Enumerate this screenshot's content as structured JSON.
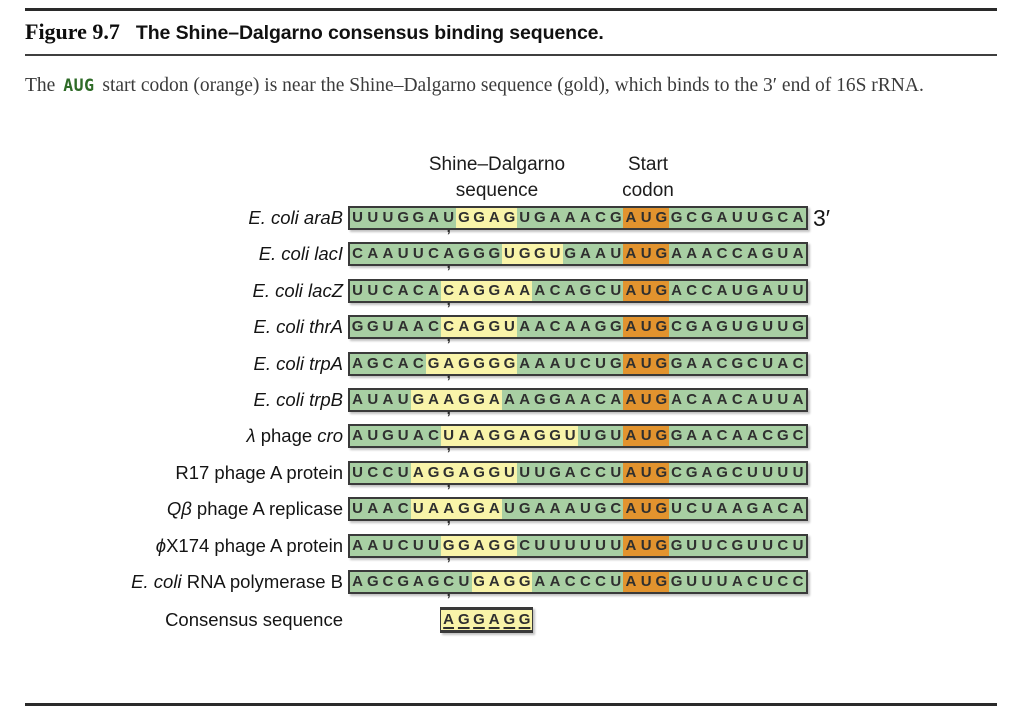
{
  "header": {
    "figure_label": "Figure 9.7",
    "title": "The Shine–Dalgarno consensus binding sequence."
  },
  "caption": {
    "pre": "The ",
    "codon": "AUG",
    "post": " start codon (orange) is near the Shine–Dalgarno sequence (gold), which binds to the 3′ end of 16S rRNA."
  },
  "figure": {
    "column_headers": {
      "sd_line1": "Shine–Dalgarno",
      "sd_line2": "sequence",
      "start_line1": "Start",
      "start_line2": "codon"
    },
    "colors": {
      "green": "#a8cfa3",
      "gold": "#f9f4a9",
      "orange": "#e2932e",
      "box_border": "#3a3a3a",
      "caption_codon_green": "#2e6b27"
    },
    "rows": [
      {
        "label_parts": [
          {
            "text": "E. coli araB",
            "italic": true
          }
        ],
        "segments": [
          {
            "text": "UUUGGAU",
            "type": "green"
          },
          {
            "text": "GGAG",
            "type": "gold"
          },
          {
            "text": "UGAAACG",
            "type": "green"
          },
          {
            "text": "AUG",
            "type": "orange"
          },
          {
            "text": "GCGAUUGCA",
            "type": "green"
          }
        ],
        "tick_index": 7,
        "suffix": "3′"
      },
      {
        "label_parts": [
          {
            "text": "E. coli lacI",
            "italic": true
          }
        ],
        "segments": [
          {
            "text": "CAAUUCAGGG",
            "type": "green"
          },
          {
            "text": "UGGU",
            "type": "gold"
          },
          {
            "text": "GAAU",
            "type": "green"
          },
          {
            "text": "AUG",
            "type": "orange"
          },
          {
            "text": "AAACCAGUA",
            "type": "green"
          }
        ],
        "tick_index": 7
      },
      {
        "label_parts": [
          {
            "text": "E. coli lacZ",
            "italic": true
          }
        ],
        "segments": [
          {
            "text": "UUCACA",
            "type": "green"
          },
          {
            "text": "CAGGAA",
            "type": "gold"
          },
          {
            "text": "ACAGCU",
            "type": "green"
          },
          {
            "text": "AUG",
            "type": "orange"
          },
          {
            "text": "ACCAUGAUU",
            "type": "green"
          }
        ],
        "tick_index": 7
      },
      {
        "label_parts": [
          {
            "text": "E. coli thrA",
            "italic": true
          }
        ],
        "segments": [
          {
            "text": "GGUAAC",
            "type": "green"
          },
          {
            "text": "CAGGU",
            "type": "gold"
          },
          {
            "text": "AACAAGG",
            "type": "green"
          },
          {
            "text": "AUG",
            "type": "orange"
          },
          {
            "text": "CGAGUGUUG",
            "type": "green"
          }
        ],
        "tick_index": 7
      },
      {
        "label_parts": [
          {
            "text": "E. coli trpA",
            "italic": true
          }
        ],
        "segments": [
          {
            "text": "AGCAC",
            "type": "green"
          },
          {
            "text": "GAGGGG",
            "type": "gold"
          },
          {
            "text": "AAAUCUG",
            "type": "green"
          },
          {
            "text": "AUG",
            "type": "orange"
          },
          {
            "text": "GAACGCUAC",
            "type": "green"
          }
        ],
        "tick_index": 7
      },
      {
        "label_parts": [
          {
            "text": "E. coli trpB",
            "italic": true
          }
        ],
        "segments": [
          {
            "text": "AUAU",
            "type": "green"
          },
          {
            "text": "GAAGGA",
            "type": "gold"
          },
          {
            "text": "AAGGAACA",
            "type": "green"
          },
          {
            "text": "AUG",
            "type": "orange"
          },
          {
            "text": "ACAACAUUA",
            "type": "green"
          }
        ],
        "tick_index": 7
      },
      {
        "label_parts": [
          {
            "text": "λ",
            "italic": true
          },
          {
            "text": " phage ",
            "italic": false
          },
          {
            "text": "cro",
            "italic": true
          }
        ],
        "segments": [
          {
            "text": "AUGUAC",
            "type": "green"
          },
          {
            "text": "UAAGGAGGU",
            "type": "gold"
          },
          {
            "text": "UGU",
            "type": "green"
          },
          {
            "text": "AUG",
            "type": "orange"
          },
          {
            "text": "GAACAACGC",
            "type": "green"
          }
        ],
        "tick_index": 7
      },
      {
        "label_parts": [
          {
            "text": "R17 phage A protein",
            "italic": false
          }
        ],
        "segments": [
          {
            "text": "UCCU",
            "type": "green"
          },
          {
            "text": "AGGAGGU",
            "type": "gold"
          },
          {
            "text": "UUGACCU",
            "type": "green"
          },
          {
            "text": "AUG",
            "type": "orange"
          },
          {
            "text": "CGAGCUUUU",
            "type": "green"
          }
        ],
        "tick_index": 7
      },
      {
        "label_parts": [
          {
            "text": "Qβ",
            "italic": true
          },
          {
            "text": " phage A replicase",
            "italic": false
          }
        ],
        "segments": [
          {
            "text": "UAAC",
            "type": "green"
          },
          {
            "text": "UAAGGA",
            "type": "gold"
          },
          {
            "text": "UGAAAUGC",
            "type": "green"
          },
          {
            "text": "AUG",
            "type": "orange"
          },
          {
            "text": "UCUAAGACA",
            "type": "green"
          }
        ],
        "tick_index": 7
      },
      {
        "label_parts": [
          {
            "text": "ϕ",
            "italic": true
          },
          {
            "text": "X174 phage A protein",
            "italic": false
          }
        ],
        "segments": [
          {
            "text": "AAUCUU",
            "type": "green"
          },
          {
            "text": "GGAGG",
            "type": "gold"
          },
          {
            "text": "CUUUUUU",
            "type": "green"
          },
          {
            "text": "AUG",
            "type": "orange"
          },
          {
            "text": "GUUCGUUCU",
            "type": "green"
          }
        ],
        "tick_index": 7
      },
      {
        "label_parts": [
          {
            "text": "E. coli",
            "italic": true
          },
          {
            "text": " RNA polymerase B",
            "italic": false
          }
        ],
        "segments": [
          {
            "text": "AGCGAGCU",
            "type": "green"
          },
          {
            "text": "GAGG",
            "type": "gold"
          },
          {
            "text": "AACCCU",
            "type": "green"
          },
          {
            "text": "AUG",
            "type": "orange"
          },
          {
            "text": "GUUUACUCC",
            "type": "green"
          }
        ],
        "tick_index": 7
      }
    ],
    "consensus": {
      "label": "Consensus sequence",
      "sequence": "AGGAGG"
    }
  }
}
